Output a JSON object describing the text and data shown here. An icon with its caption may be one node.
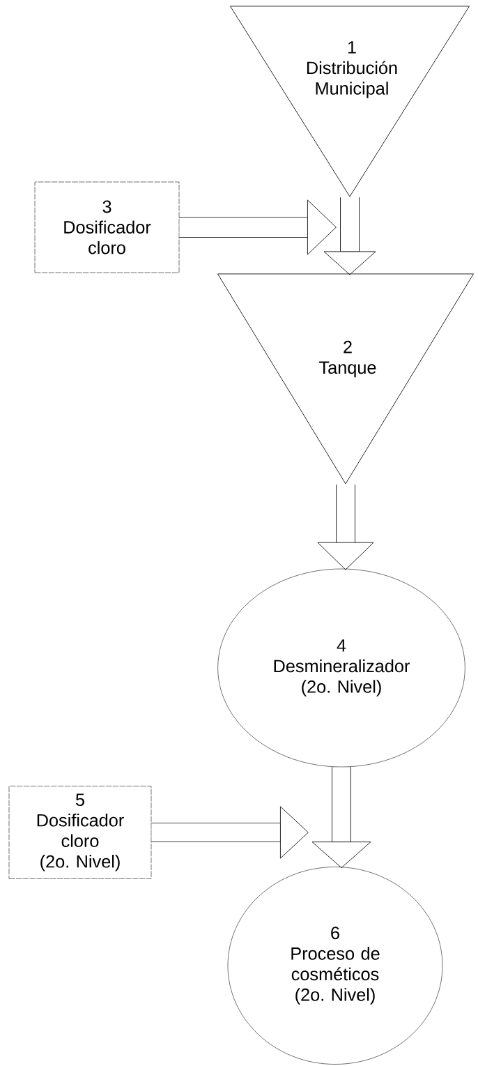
{
  "diagram": {
    "nodes": [
      {
        "text": [
          "1",
          "Distribución Municipal"
        ]
      },
      {
        "text": [
          "2",
          "Tanque"
        ]
      },
      {
        "text": [
          "3",
          "Dosificador cloro"
        ]
      },
      {
        "text": [
          "4",
          "Desmineralizador",
          "(2o. Nivel)"
        ]
      },
      {
        "text": [
          "5",
          "Dosificador cloro",
          "(2o. Nivel)"
        ]
      },
      {
        "text": [
          "6",
          "Proceso de cosméticos",
          "(2o. Nivel)"
        ]
      }
    ],
    "edges": [
      {
        "from": 0,
        "to": 1,
        "arrow": "to"
      },
      {
        "from": 2,
        "to": null,
        "arrow": "to"
      },
      {
        "from": 1,
        "to": 3,
        "arrow": "to"
      },
      {
        "from": 3,
        "to": 5,
        "arrow": "to"
      },
      {
        "from": 4,
        "to": 5,
        "arrow": "to"
      }
    ]
  }
}
